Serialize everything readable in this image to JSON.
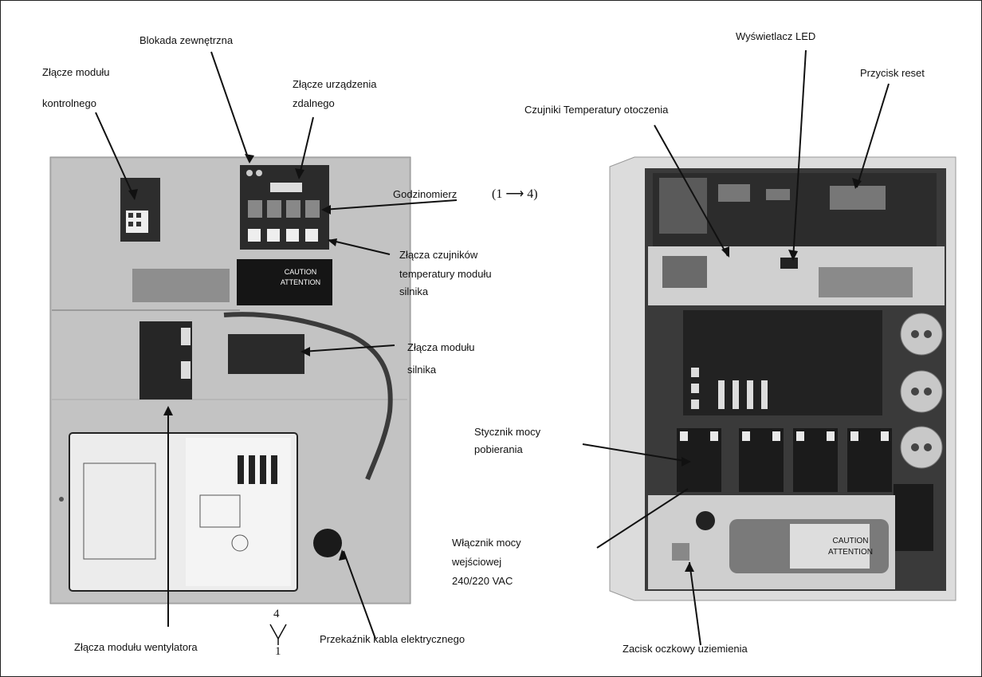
{
  "labels": {
    "blokada": "Blokada zewnętrzna",
    "zlacze_kontrolnego_1": "Złącze modułu",
    "zlacze_kontrolnego_2": "kontrolnego",
    "zlacze_zdalnego_1": "Złącze urządzenia",
    "zlacze_zdalnego_2": "zdalnego",
    "godzinomierz": "Godzinomierz",
    "godzinomierz_range": "(1 ⟶ 4)",
    "czujniki_silnika_1": "Złącza czujników",
    "czujniki_silnika_2": "temperatury modułu",
    "czujniki_silnika_3": "silnika",
    "modul_silnika_1": "Złącza modułu",
    "modul_silnika_2": "silnika",
    "stycznik_1": "Stycznik mocy",
    "stycznik_2": "pobierania",
    "wlacznik_1": "Włącznik mocy",
    "wlacznik_2": "wejściowej",
    "wlacznik_3": "240/220 VAC",
    "wentylator": "Złącza modułu wentylatora",
    "fan_arrow_top": "4",
    "fan_arrow_bottom": "1",
    "przekaznik": "Przekaźnik kabla elektrycznego",
    "wyswietlacz": "Wyświetlacz LED",
    "czujniki_otoczenia": "Czujniki Temperatury otoczenia",
    "reset": "Przycisk reset",
    "zacisk": "Zacisk oczkowy uziemienia"
  },
  "panel_text": {
    "caution": "CAUTION",
    "attention": "ATTENTION",
    "right_caution": "CAUTION",
    "right_attention": "ATTENTION"
  }
}
